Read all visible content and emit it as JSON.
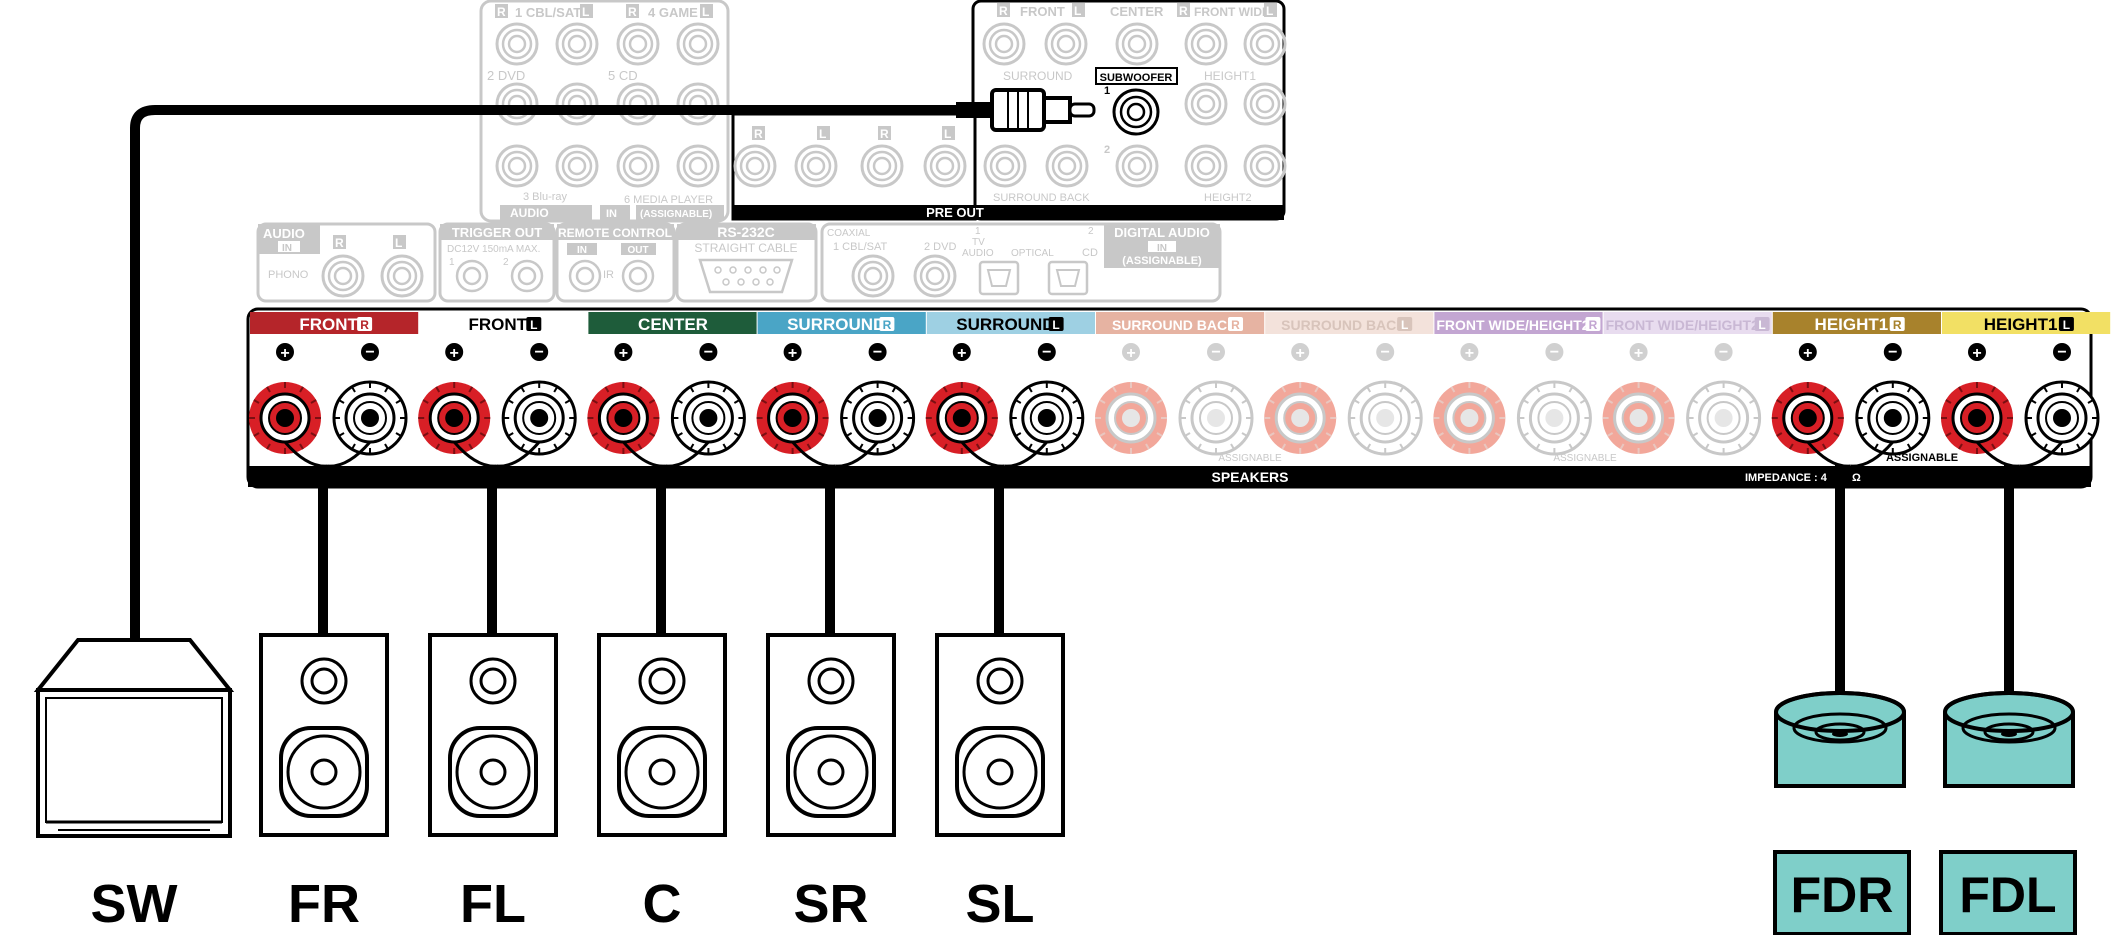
{
  "audio_panel": {
    "row1": [
      "1 CBL/SAT",
      "4 GAME"
    ],
    "row2": [
      "2 DVD",
      "5 CD"
    ],
    "row3": [
      "3 Blu-ray",
      "6 MEDIA PLAYER"
    ],
    "footer": [
      "AUDIO",
      "IN",
      "(ASSIGNABLE)"
    ],
    "r": "R",
    "l": "L"
  },
  "preout": {
    "top_labels": [
      "FRONT",
      "CENTER",
      "FRONT WIDE"
    ],
    "mid_labels": [
      "SURROUND",
      "SUBWOOFER",
      "HEIGHT1"
    ],
    "sub_nums": [
      "1",
      "2"
    ],
    "bottom_labels": [
      "SURROUND BACK",
      "HEIGHT2"
    ],
    "footer": "PRE OUT",
    "r": "R",
    "l": "L"
  },
  "mid_row": {
    "phono": {
      "title": "AUDIO",
      "in": "IN",
      "name": "PHONO",
      "r": "R",
      "l": "L"
    },
    "trigger": {
      "title": "TRIGGER OUT",
      "spec": "DC12V 150mA MAX.",
      "n1": "1",
      "n2": "2"
    },
    "remote": {
      "title": "REMOTE CONTROL",
      "in": "IN",
      "out": "OUT",
      "ir": "IR"
    },
    "rs232": {
      "title": "RS-232C",
      "sub": "STRAIGHT CABLE"
    },
    "digital": {
      "coaxial": "COAXIAL",
      "cbl": "1 CBL/SAT",
      "dvd": "2 DVD",
      "tv_num": "1",
      "tv": "TV",
      "tv_audio": "AUDIO",
      "optical": "OPTICAL",
      "cd_num": "2",
      "cd": "CD",
      "title": "DIGITAL AUDIO",
      "in": "IN",
      "assignable": "(ASSIGNABLE)"
    }
  },
  "speakers": {
    "channels": [
      {
        "label": "FRONT",
        "side": "R",
        "color": "#b5252a",
        "text_color": "#ffffff",
        "active": true
      },
      {
        "label": "FRONT",
        "side": "L",
        "color": "#ffffff",
        "text_color": "#000000",
        "active": true
      },
      {
        "label": "CENTER",
        "side": "",
        "color": "#1e5c3a",
        "text_color": "#ffffff",
        "active": true
      },
      {
        "label": "SURROUND",
        "side": "R",
        "color": "#4aa5c6",
        "text_color": "#ffffff",
        "active": true
      },
      {
        "label": "SURROUND",
        "side": "L",
        "color": "#9ed0e3",
        "text_color": "#000000",
        "active": true
      },
      {
        "label": "SURROUND BACK",
        "side": "R",
        "color": "#e6b3a2",
        "text_color": "#ffffff",
        "active": false
      },
      {
        "label": "SURROUND BACK",
        "side": "L",
        "color": "#f3e2db",
        "text_color": "#d8c4bb",
        "active": false
      },
      {
        "label": "FRONT WIDE/HEIGHT2",
        "side": "R",
        "color": "#c3a6d2",
        "text_color": "#ffffff",
        "active": false
      },
      {
        "label": "FRONT WIDE/HEIGHT2",
        "side": "L",
        "color": "#e8dcef",
        "text_color": "#c9b8d4",
        "active": false
      },
      {
        "label": "HEIGHT1",
        "side": "R",
        "color": "#a8822c",
        "text_color": "#ffffff",
        "active": true
      },
      {
        "label": "HEIGHT1",
        "side": "L",
        "color": "#f2e064",
        "text_color": "#000000",
        "active": true
      }
    ],
    "plus": "+",
    "minus": "−",
    "assignable": "ASSIGNABLE",
    "footer": "SPEAKERS",
    "impedance": "IMPEDANCE : 4",
    "ohm": "Ω"
  },
  "devices": {
    "labels": [
      "SW",
      "FR",
      "FL",
      "C",
      "SR",
      "SL"
    ],
    "height_labels": [
      "FDR",
      "FDL"
    ],
    "height_color": "#7fcfc9"
  },
  "colors": {
    "faded": "#c8c8c8",
    "red_terminal": "#d81f26",
    "faded_red_terminal": "#f2a79a"
  }
}
